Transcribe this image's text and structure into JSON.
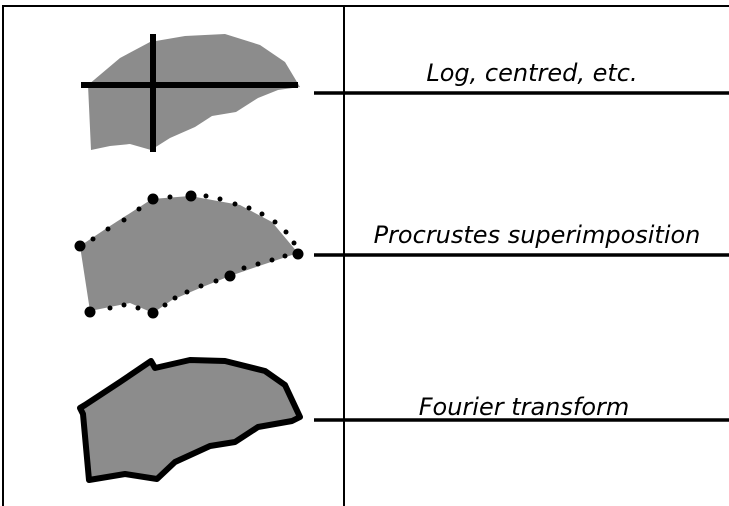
{
  "colors": {
    "shape_fill": "#8c8c8c",
    "line": "#000000",
    "background": "#ffffff"
  },
  "rows": [
    {
      "label": "Log, centred, etc."
    },
    {
      "label": "Procrustes superimposition"
    },
    {
      "label": "Fourier transform"
    }
  ]
}
